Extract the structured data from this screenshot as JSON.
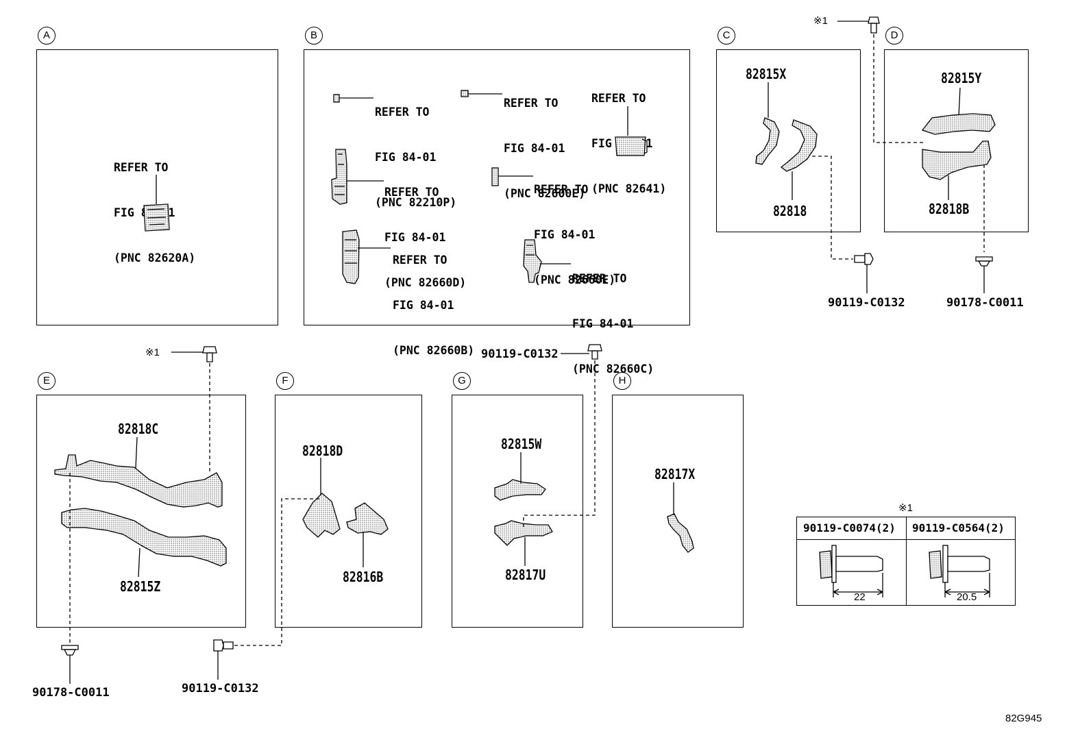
{
  "panels": {
    "A": {
      "letter": "A",
      "ref": [
        "REFER TO",
        "FIG 84-01",
        "(PNC 82620A)"
      ]
    },
    "B": {
      "letter": "B",
      "refs": [
        [
          "REFER TO",
          "FIG 84-01",
          "(PNC 82210P)"
        ],
        [
          "REFER TO",
          "FIG 84-01",
          "(PNC 82600E)"
        ],
        [
          "REFER TO",
          "FIG 84-01",
          "(PNC 82641)"
        ],
        [
          "REFER TO",
          "FIG 84-01",
          "(PNC 82660D)"
        ],
        [
          "REFER TO",
          "FIG 84-01",
          "(PNC 82660E)"
        ],
        [
          "REFER TO",
          "FIG 84-01",
          "(PNC 82660B)"
        ],
        [
          "REFER TO",
          "FIG 84-01",
          "(PNC 82660C)"
        ]
      ]
    },
    "C": {
      "letter": "C",
      "parts": [
        "82815X",
        "82818"
      ]
    },
    "D": {
      "letter": "D",
      "parts": [
        "82815Y",
        "82818B"
      ]
    },
    "E": {
      "letter": "E",
      "parts": [
        "82818C",
        "82815Z"
      ]
    },
    "F": {
      "letter": "F",
      "parts": [
        "82818D",
        "82816B"
      ]
    },
    "G": {
      "letter": "G",
      "parts": [
        "82815W",
        "82817U"
      ]
    },
    "H": {
      "letter": "H",
      "parts": [
        "82817X"
      ]
    }
  },
  "fasteners": {
    "c_bolt": "90119-C0132",
    "d_clip": "90178-C0011",
    "d_star_note": "※1",
    "e_clip": "90178-C0011",
    "e_star_note": "※1",
    "f_bolt": "90119-C0132",
    "g_bolt": "90119-C0132"
  },
  "note_table": {
    "mark": "※1",
    "columns": [
      {
        "part": "90119-C0074(2)",
        "dimension": "22"
      },
      {
        "part": "90119-C0564(2)",
        "dimension": "20.5"
      }
    ]
  },
  "figure_id": "82G945",
  "colors": {
    "line": "#000000",
    "hatch": "#9a9a9a",
    "background": "#ffffff"
  }
}
